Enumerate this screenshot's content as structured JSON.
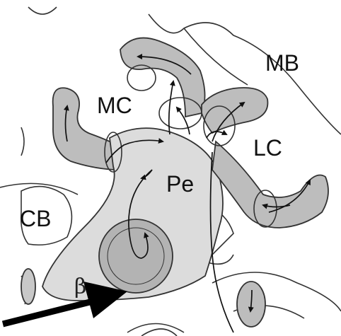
{
  "labels": {
    "mb": "MB",
    "mc": "MC",
    "lc": "LC",
    "pe": "Pe",
    "cb": "CB",
    "beta": "β"
  },
  "colors": {
    "background": "#ffffff",
    "outline": "#333333",
    "lobe_fill": "#bdbdbd",
    "body_fill": "#dcdcdc",
    "calyx_fill": "#b3b3b3",
    "arrow": "#000000"
  }
}
